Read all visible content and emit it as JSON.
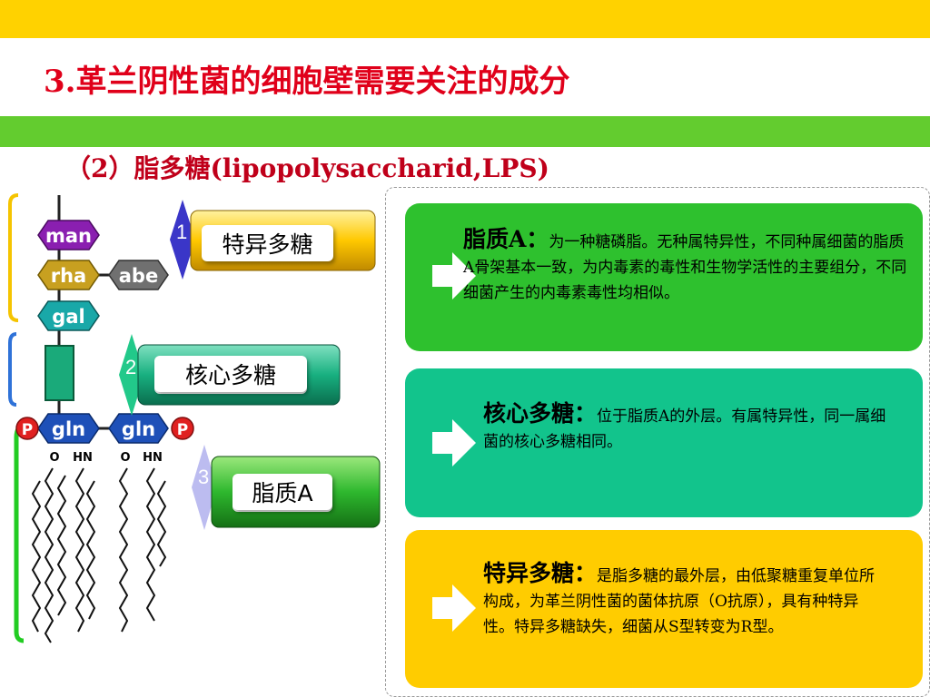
{
  "header": {
    "title": "3.革兰阴性菌的细胞壁需要关注的成分",
    "subtitle": "（2）脂多糖(lipopolysaccharid,LPS)"
  },
  "diagram": {
    "sugars": {
      "man": "man",
      "rha": "rha",
      "abe": "abe",
      "gal": "gal",
      "gln_left": "gln",
      "gln_right": "gln",
      "p_left": "P",
      "p_right": "P"
    },
    "atoms": {
      "o_left": "O",
      "hn_left": "HN",
      "o_right": "O",
      "hn_right": "HN"
    },
    "labels": [
      {
        "num": "1",
        "text": "特异多糖"
      },
      {
        "num": "2",
        "text": "核心多糖"
      },
      {
        "num": "3",
        "text": "脂质A"
      }
    ]
  },
  "cards": [
    {
      "head": "脂质A：",
      "body": "为一种糖磷脂。无种属特异性，不同种属细菌的脂质A骨架基本一致，为内毒素的毒性和生物学活性的主要组分，不同细菌产生的内毒素毒性均相似。",
      "color": "#2ec12e"
    },
    {
      "head": "核心多糖：",
      "body": "位于脂质A的外层。有属特异性，同一属细菌的核心多糖相同。",
      "color": "#12c48c"
    },
    {
      "head": "特异多糖：",
      "body": "是脂多糖的最外层，由低聚糖重复单位所构成，为革兰阴性菌的菌体抗原（O抗原），具有种特异性。特异多糖缺失，细菌从S型转变为R型。",
      "color": "#ffcc00"
    }
  ],
  "colors": {
    "title": "#e0001a",
    "band_yellow": "#ffd200",
    "band_green": "#63cc2f"
  }
}
